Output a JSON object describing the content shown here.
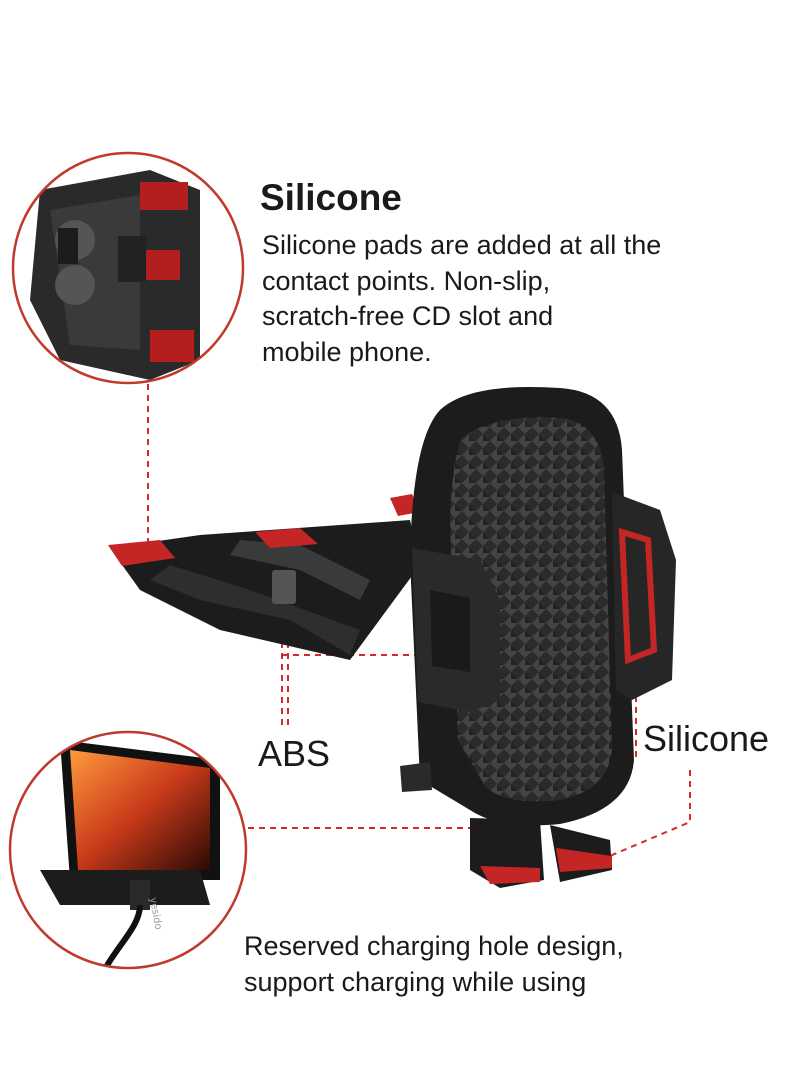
{
  "callouts": {
    "top_title": "Silicone",
    "top_description_lines": [
      "Silicone pads are added at all the",
      "contact points. Non-slip,",
      "scratch-free CD slot and",
      "mobile phone."
    ],
    "abs_label": "ABS",
    "right_label": "Silicone",
    "bottom_description_lines": [
      "Reserved charging hole design,",
      "support charging while using"
    ]
  },
  "phone_brand_text": "yesido",
  "colors": {
    "background": "#ffffff",
    "text": "#1a1a1a",
    "accent_red": "#d42a2a",
    "circle_stroke": "#c0392b",
    "product_black": "#1c1c1c",
    "product_grey": "#3a3a3a"
  },
  "icons": {
    "top_circle": "clip-detail-zoom",
    "bottom_circle": "charging-phone-zoom",
    "product": "cd-slot-phone-holder"
  }
}
